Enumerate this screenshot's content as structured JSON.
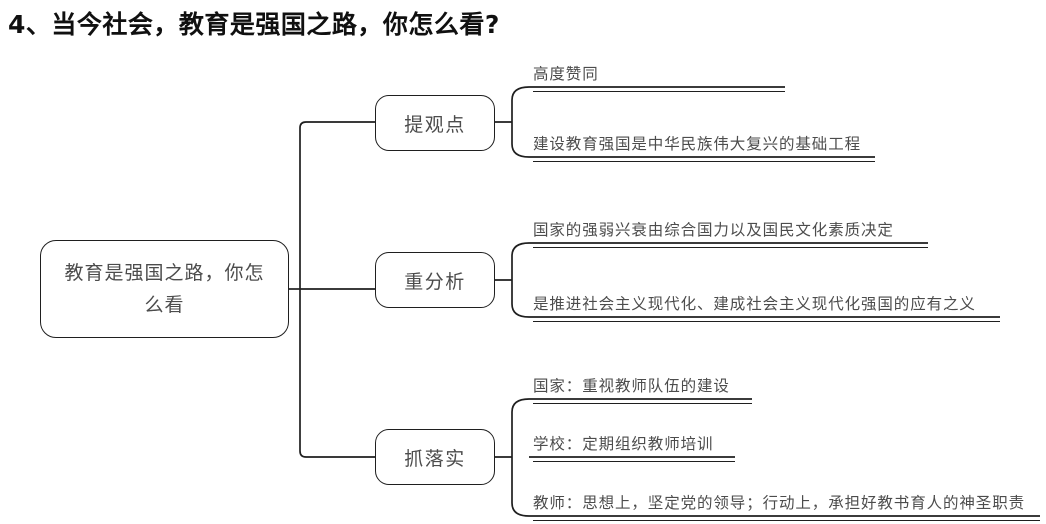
{
  "page": {
    "title": "4、当今社会，教育是强国之路，你怎么看?",
    "background_color": "#ffffff",
    "line_color": "#1f1f1f",
    "text_color": "#4c4c4c",
    "title_color": "#101010"
  },
  "mindmap": {
    "type": "mindmap",
    "root": {
      "label": "教育是强国之路，你怎么看"
    },
    "branches": [
      {
        "label": "提观点",
        "leaves": [
          {
            "text": "高度赞同"
          },
          {
            "text": "建设教育强国是中华民族伟大复兴的基础工程"
          }
        ]
      },
      {
        "label": "重分析",
        "leaves": [
          {
            "text": "国家的强弱兴衰由综合国力以及国民文化素质决定"
          },
          {
            "text": "是推进社会主义现代化、建成社会主义现代化强国的应有之义"
          }
        ]
      },
      {
        "label": "抓落实",
        "leaves": [
          {
            "text": "国家：重视教师队伍的建设"
          },
          {
            "text": "学校：定期组织教师培训"
          },
          {
            "text": "教师：思想上，坚定党的领导；行动上，承担好教书育人的神圣职责"
          }
        ]
      }
    ]
  }
}
